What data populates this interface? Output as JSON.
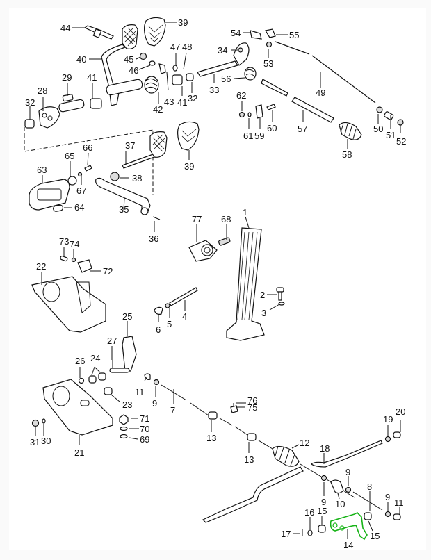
{
  "diagram": {
    "title": "Pedal assembly exploded parts diagram",
    "highlight_color": "#16b316",
    "highlighted_part": "14",
    "callouts": [
      {
        "id": "c1",
        "label": "1",
        "part": "accelerator-pedal"
      },
      {
        "id": "c2",
        "label": "2",
        "part": "bolt"
      },
      {
        "id": "c3",
        "label": "3",
        "part": "washer"
      },
      {
        "id": "c4",
        "label": "4",
        "part": "rod"
      },
      {
        "id": "c5",
        "label": "5",
        "part": "nut"
      },
      {
        "id": "c6",
        "label": "6",
        "part": "ball-socket"
      },
      {
        "id": "c7",
        "label": "7",
        "part": "throttle-rod"
      },
      {
        "id": "c8",
        "label": "8",
        "part": "rod"
      },
      {
        "id": "c9a",
        "label": "9",
        "part": "nut"
      },
      {
        "id": "c9b",
        "label": "9",
        "part": "nut"
      },
      {
        "id": "c9c",
        "label": "9",
        "part": "nut"
      },
      {
        "id": "c9d",
        "label": "9",
        "part": "nut"
      },
      {
        "id": "c10",
        "label": "10",
        "part": "bushing"
      },
      {
        "id": "c11a",
        "label": "11",
        "part": "ball-socket"
      },
      {
        "id": "c11b",
        "label": "11",
        "part": "ball-socket"
      },
      {
        "id": "c12",
        "label": "12",
        "part": "boot"
      },
      {
        "id": "c13a",
        "label": "13",
        "part": "grommet"
      },
      {
        "id": "c13b",
        "label": "13",
        "part": "grommet"
      },
      {
        "id": "c14",
        "label": "14",
        "part": "lever"
      },
      {
        "id": "c15a",
        "label": "15",
        "part": "bushing"
      },
      {
        "id": "c15b",
        "label": "15",
        "part": "bushing"
      },
      {
        "id": "c16",
        "label": "16",
        "part": "washer"
      },
      {
        "id": "c17",
        "label": "17",
        "part": "cotter-pin"
      },
      {
        "id": "c18",
        "label": "18",
        "part": "guide-tube"
      },
      {
        "id": "c19",
        "label": "19",
        "part": "nut"
      },
      {
        "id": "c20",
        "label": "20",
        "part": "ball-socket"
      },
      {
        "id": "c21",
        "label": "21",
        "part": "pedal-bracket"
      },
      {
        "id": "c22",
        "label": "22",
        "part": "pedal-bracket-upper"
      },
      {
        "id": "c23",
        "label": "23",
        "part": "bushing"
      },
      {
        "id": "c24",
        "label": "24",
        "part": "bushings"
      },
      {
        "id": "c25",
        "label": "25",
        "part": "relay-lever"
      },
      {
        "id": "c26",
        "label": "26",
        "part": "washer"
      },
      {
        "id": "c27",
        "label": "27",
        "part": "pin"
      },
      {
        "id": "c28",
        "label": "28",
        "part": "pedal-shaft"
      },
      {
        "id": "c29",
        "label": "29",
        "part": "key"
      },
      {
        "id": "c30",
        "label": "30",
        "part": "washer"
      },
      {
        "id": "c31",
        "label": "31",
        "part": "nut"
      },
      {
        "id": "c32a",
        "label": "32",
        "part": "bushing"
      },
      {
        "id": "c32b",
        "label": "32",
        "part": "bushing"
      },
      {
        "id": "c33",
        "label": "33",
        "part": "shaft"
      },
      {
        "id": "c34",
        "label": "34",
        "part": "nut"
      },
      {
        "id": "c35",
        "label": "35",
        "part": "brake-lever"
      },
      {
        "id": "c36",
        "label": "36",
        "part": "pin"
      },
      {
        "id": "c37",
        "label": "37",
        "part": "brake-pedal"
      },
      {
        "id": "c38",
        "label": "38",
        "part": "nut"
      },
      {
        "id": "c39a",
        "label": "39",
        "part": "pedal-pad"
      },
      {
        "id": "c39b",
        "label": "39",
        "part": "pedal-pad"
      },
      {
        "id": "c40",
        "label": "40",
        "part": "clutch-pedal"
      },
      {
        "id": "c41a",
        "label": "41",
        "part": "bushing"
      },
      {
        "id": "c41b",
        "label": "41",
        "part": "bushing"
      },
      {
        "id": "c42",
        "label": "42",
        "part": "spring"
      },
      {
        "id": "c43",
        "label": "43",
        "part": "clamp"
      },
      {
        "id": "c44",
        "label": "44",
        "part": "stop-bolt"
      },
      {
        "id": "c45",
        "label": "45",
        "part": "nut"
      },
      {
        "id": "c46",
        "label": "46",
        "part": "washer"
      },
      {
        "id": "c47",
        "label": "47",
        "part": "washer"
      },
      {
        "id": "c48",
        "label": "48",
        "part": "pin"
      },
      {
        "id": "c49",
        "label": "49",
        "part": "clutch-cable"
      },
      {
        "id": "c50",
        "label": "50",
        "part": "nut"
      },
      {
        "id": "c51",
        "label": "51",
        "part": "adjuster"
      },
      {
        "id": "c52",
        "label": "52",
        "part": "nut"
      },
      {
        "id": "c53",
        "label": "53",
        "part": "nut"
      },
      {
        "id": "c54",
        "label": "54",
        "part": "clevis"
      },
      {
        "id": "c55",
        "label": "55",
        "part": "clevis"
      },
      {
        "id": "c56",
        "label": "56",
        "part": "spring"
      },
      {
        "id": "c57",
        "label": "57",
        "part": "guide-tube"
      },
      {
        "id": "c58",
        "label": "58",
        "part": "boot"
      },
      {
        "id": "c59",
        "label": "59",
        "part": "bracket"
      },
      {
        "id": "c60",
        "label": "60",
        "part": "bolt"
      },
      {
        "id": "c61",
        "label": "61",
        "part": "washer"
      },
      {
        "id": "c62",
        "label": "62",
        "part": "nut"
      },
      {
        "id": "c63",
        "label": "63",
        "part": "stop-light-switch"
      },
      {
        "id": "c64",
        "label": "64",
        "part": "plunger"
      },
      {
        "id": "c65",
        "label": "65",
        "part": "rubber-stop"
      },
      {
        "id": "c66",
        "label": "66",
        "part": "screw"
      },
      {
        "id": "c67",
        "label": "67",
        "part": "washer"
      },
      {
        "id": "c68",
        "label": "68",
        "part": "bolt"
      },
      {
        "id": "c69",
        "label": "69",
        "part": "washer"
      },
      {
        "id": "c70",
        "label": "70",
        "part": "lock-washer"
      },
      {
        "id": "c71",
        "label": "71",
        "part": "nut"
      },
      {
        "id": "c72",
        "label": "72",
        "part": "bracket"
      },
      {
        "id": "c73",
        "label": "73",
        "part": "bolt"
      },
      {
        "id": "c74",
        "label": "74",
        "part": "nut"
      },
      {
        "id": "c75",
        "label": "75",
        "part": "clip"
      },
      {
        "id": "c76",
        "label": "76",
        "part": "pin"
      },
      {
        "id": "c77",
        "label": "77",
        "part": "pedal-mount"
      }
    ]
  }
}
